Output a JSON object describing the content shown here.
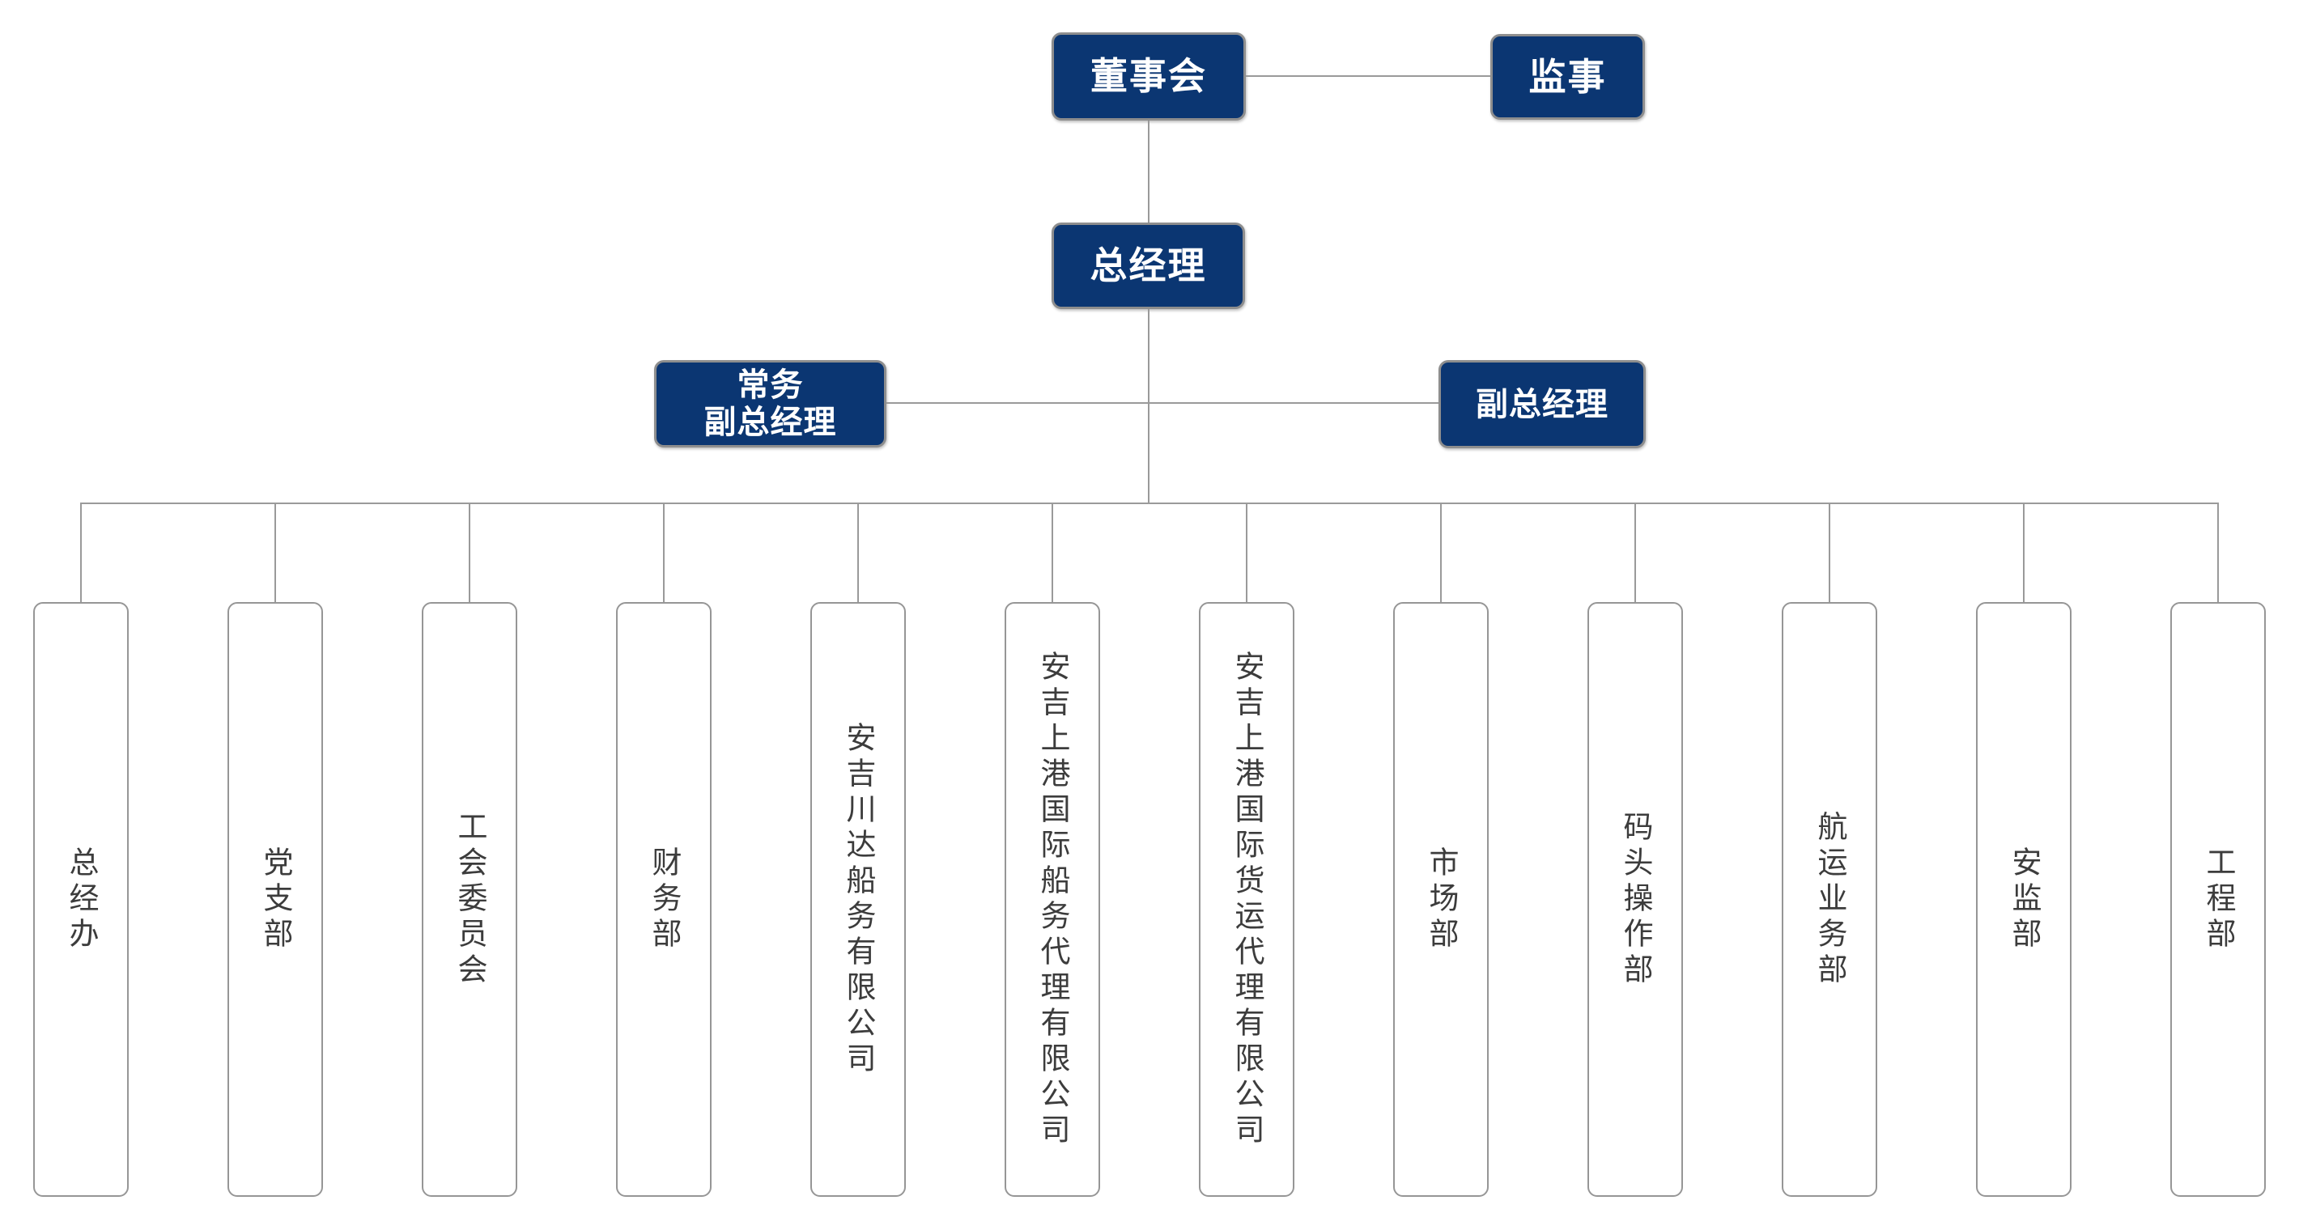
{
  "nodes": {
    "board": "董事会",
    "supervisor": "监事",
    "general_manager": "总经理",
    "executive_deputy_gm_line1": "常务",
    "executive_deputy_gm_line2": "副总经理",
    "deputy_gm": "副总经理"
  },
  "departments": [
    "总经办",
    "党支部",
    "工会委员会",
    "财务部",
    "安吉川达船务有限公司",
    "安吉上港国际船务代理有限公司",
    "安吉上港国际货运代理有限公司",
    "市场部",
    "码头操作部",
    "航运业务部",
    "安监部",
    "工程部"
  ],
  "colors": {
    "node_bg": "#0b3672",
    "node_text": "#ffffff",
    "node_border": "#8e8e8e",
    "line": "#9a9a9a",
    "dept_border": "#969696",
    "dept_text": "#3c3c3c",
    "background": "#ffffff"
  }
}
